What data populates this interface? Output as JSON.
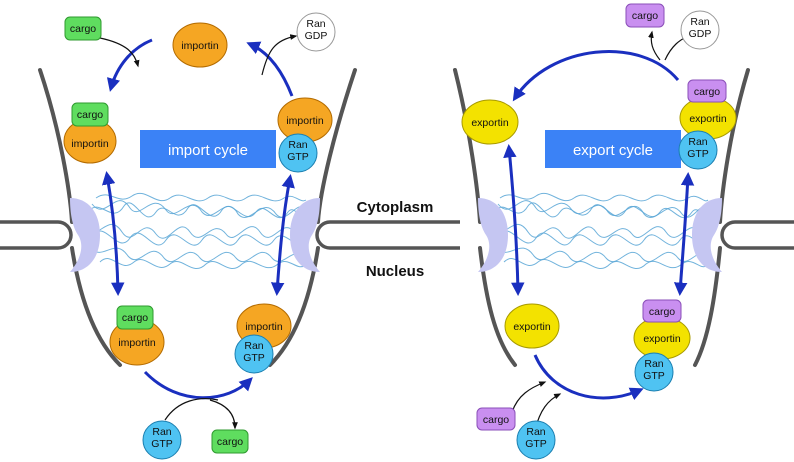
{
  "regions": {
    "top": "Cytoplasm",
    "bottom": "Nucleus"
  },
  "import_panel": {
    "title": "import cycle",
    "title_color": "#3b82f6",
    "labels": {
      "cargo_top": "cargo",
      "importin_top": "importin",
      "ran_gdp_top": "Ran GDP",
      "complex_cargo": "cargo",
      "complex_importin": "importin",
      "rangtp_importin": "importin",
      "rangtp_ran": "Ran GTP",
      "nuc_complex_cargo": "cargo",
      "nuc_complex_importin": "importin",
      "nuc_importin": "importin",
      "nuc_ran": "Ran GTP",
      "free_ran": "Ran GTP",
      "free_cargo": "cargo"
    }
  },
  "export_panel": {
    "title": "export cycle",
    "title_color": "#3b82f6",
    "labels": {
      "cargo_top": "cargo",
      "ran_gdp_top": "Ran GDP",
      "exportin_left": "exportin",
      "complex_cargo": "cargo",
      "complex_exportin": "exportin",
      "complex_ran": "Ran GTP",
      "nuc_exportin": "exportin",
      "nuc_complex_cargo": "cargo",
      "nuc_complex_exportin": "exportin",
      "nuc_complex_ran": "Ran GTP",
      "free_cargo": "cargo",
      "free_ran": "Ran GTP"
    }
  },
  "colors": {
    "importin": "#f5a623",
    "exportin": "#f3e200",
    "ran_gtp": "#4fc3f2",
    "ran_gdp": "#ffffff",
    "cargo_import": "#5fdd5f",
    "cargo_export": "#c98ff0",
    "arrows": "#1a2fbf",
    "pore_proteins": "#c5c6f2"
  }
}
